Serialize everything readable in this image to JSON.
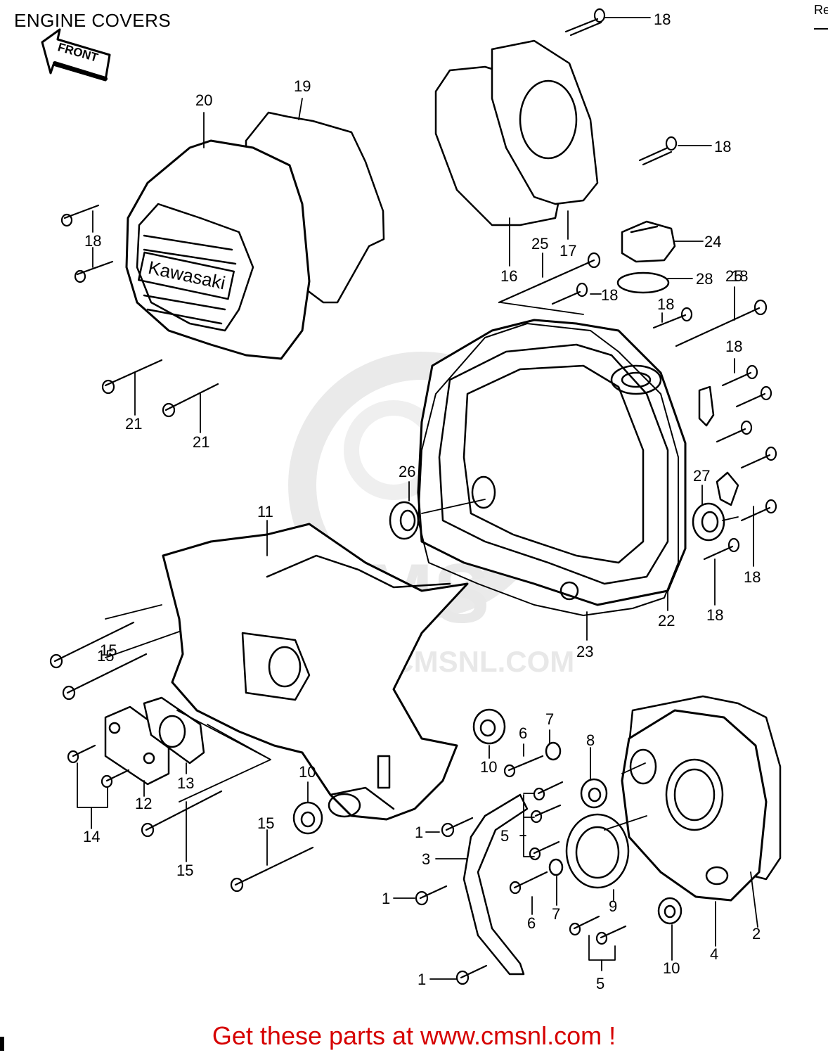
{
  "title": "ENGINE COVERS",
  "corner_text": "Re",
  "front_arrow": "FRONT",
  "brand_on_cover": "Kawasaki",
  "watermark": {
    "logo": "CMS",
    "url": "WWW.CMSNL.COM"
  },
  "footer": "Get these parts at www.cmsnl.com !",
  "callouts": [
    {
      "label": "18"
    },
    {
      "label": "18"
    },
    {
      "label": "18"
    },
    {
      "label": "18"
    },
    {
      "label": "18"
    },
    {
      "label": "18"
    },
    {
      "label": "18"
    },
    {
      "label": "18"
    },
    {
      "label": "18"
    },
    {
      "label": "19"
    },
    {
      "label": "20"
    },
    {
      "label": "21"
    },
    {
      "label": "21"
    },
    {
      "label": "16"
    },
    {
      "label": "17"
    },
    {
      "label": "24"
    },
    {
      "label": "25"
    },
    {
      "label": "25"
    },
    {
      "label": "28"
    },
    {
      "label": "26"
    },
    {
      "label": "27"
    },
    {
      "label": "22"
    },
    {
      "label": "23"
    },
    {
      "label": "11"
    },
    {
      "label": "15"
    },
    {
      "label": "15"
    },
    {
      "label": "15"
    },
    {
      "label": "15"
    },
    {
      "label": "14"
    },
    {
      "label": "12"
    },
    {
      "label": "13"
    },
    {
      "label": "10"
    },
    {
      "label": "10"
    },
    {
      "label": "10"
    },
    {
      "label": "6"
    },
    {
      "label": "6"
    },
    {
      "label": "7"
    },
    {
      "label": "7"
    },
    {
      "label": "8"
    },
    {
      "label": "9"
    },
    {
      "label": "1"
    },
    {
      "label": "1"
    },
    {
      "label": "1"
    },
    {
      "label": "3"
    },
    {
      "label": "5"
    },
    {
      "label": "5"
    },
    {
      "label": "2"
    },
    {
      "label": "4"
    }
  ]
}
